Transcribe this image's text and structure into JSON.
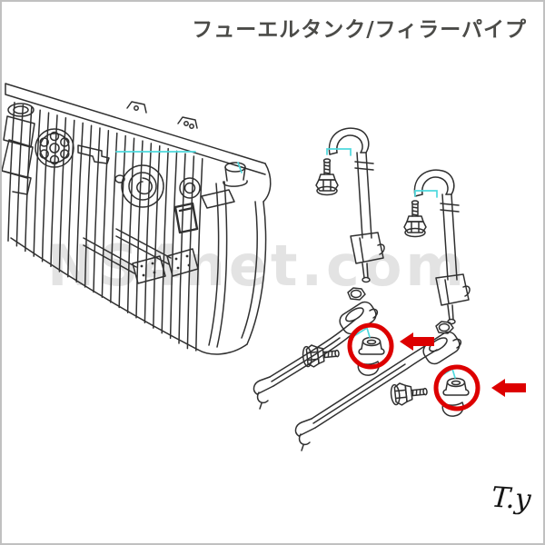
{
  "header": {
    "title": "フューエルタンク/フィラーパイプ"
  },
  "watermark": {
    "text": "NS4net.com"
  },
  "signature": {
    "text": "T.y"
  },
  "colors": {
    "highlight_red": "#dd0000",
    "leader_cyan": "#4ed9de",
    "line": "#303030",
    "watermark_gray": "#e3e3e3",
    "title_gray": "#4b4b48",
    "border_gray": "#c0c0c0"
  },
  "diagram": {
    "parts": [
      "fuel-tank",
      "fuel-sender-unit",
      "fuel-pump-flange",
      "filler-neck",
      "tank-mounting-plates",
      "filler-pipe-hanger-front",
      "filler-pipe-hanger-rear",
      "mounting-bolt-front",
      "mounting-bolt-rear",
      "mounting-nut-front",
      "mounting-nut-rear",
      "tank-band-front",
      "tank-band-rear",
      "band-bolt-front",
      "band-bolt-rear",
      "cushion-grommet-front",
      "cushion-grommet-rear"
    ],
    "highlights": [
      {
        "type": "circle",
        "target": "cushion-grommet-front"
      },
      {
        "type": "arrow-left",
        "target": "cushion-grommet-front"
      },
      {
        "type": "circle",
        "target": "cushion-grommet-rear"
      },
      {
        "type": "arrow-left",
        "target": "cushion-grommet-rear"
      }
    ]
  }
}
